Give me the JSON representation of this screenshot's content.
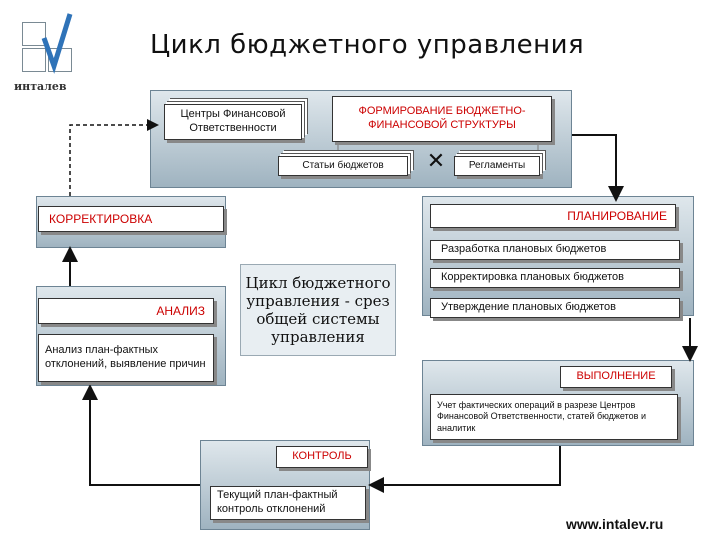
{
  "logo": {
    "text": "инталев"
  },
  "title": "Цикл  бюджетного управления",
  "structure": {
    "centers_label": "Центры Финансовой Ответственности",
    "formation_label": "ФОРМИРОВАНИЕ БЮДЖЕТНО-ФИНАНСОВОЙ СТРУКТУРЫ",
    "articles_label": "Статьи  бюджетов",
    "regulations_label": "Регламенты",
    "x_mark": "✕"
  },
  "correction": {
    "label": "КОРРЕКТИРОВКА"
  },
  "planning": {
    "label": "ПЛАНИРОВАНИЕ",
    "items": [
      "Разработка плановых бюджетов",
      "Корректировка плановых бюджетов",
      "Утверждение плановых бюджетов"
    ]
  },
  "analysis": {
    "label": "АНАЛИЗ",
    "description": "Анализ план-фактных отклонений, выявление причин"
  },
  "center": {
    "text": "Цикл бюджетного управления - срез общей системы управления"
  },
  "execution": {
    "label": "ВЫПОЛНЕНИЕ",
    "description": "Учет фактических операций в разрезе Центров Финансовой Ответственности, статей бюджетов и аналитик"
  },
  "control": {
    "label": "КОНТРОЛЬ",
    "description": "Текущий план-фактный контроль отклонений"
  },
  "footer": {
    "url": "www.intalev.ru"
  }
}
